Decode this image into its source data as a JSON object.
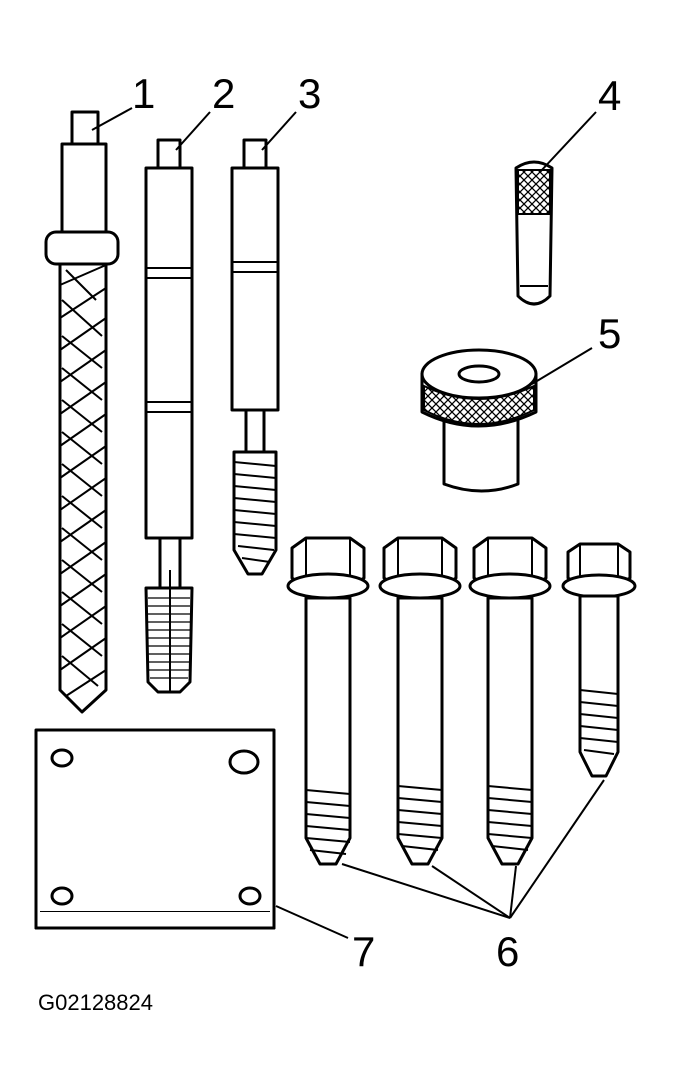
{
  "figure": {
    "id_label": "G02128824",
    "callouts": [
      {
        "number": "1",
        "part": "drill"
      },
      {
        "number": "2",
        "part": "tap"
      },
      {
        "number": "3",
        "part": "thread-insert-installer"
      },
      {
        "number": "4",
        "part": "pin"
      },
      {
        "number": "5",
        "part": "drill-bushing"
      },
      {
        "number": "6",
        "part": "bolts"
      },
      {
        "number": "7",
        "part": "fixture-plate"
      }
    ]
  }
}
